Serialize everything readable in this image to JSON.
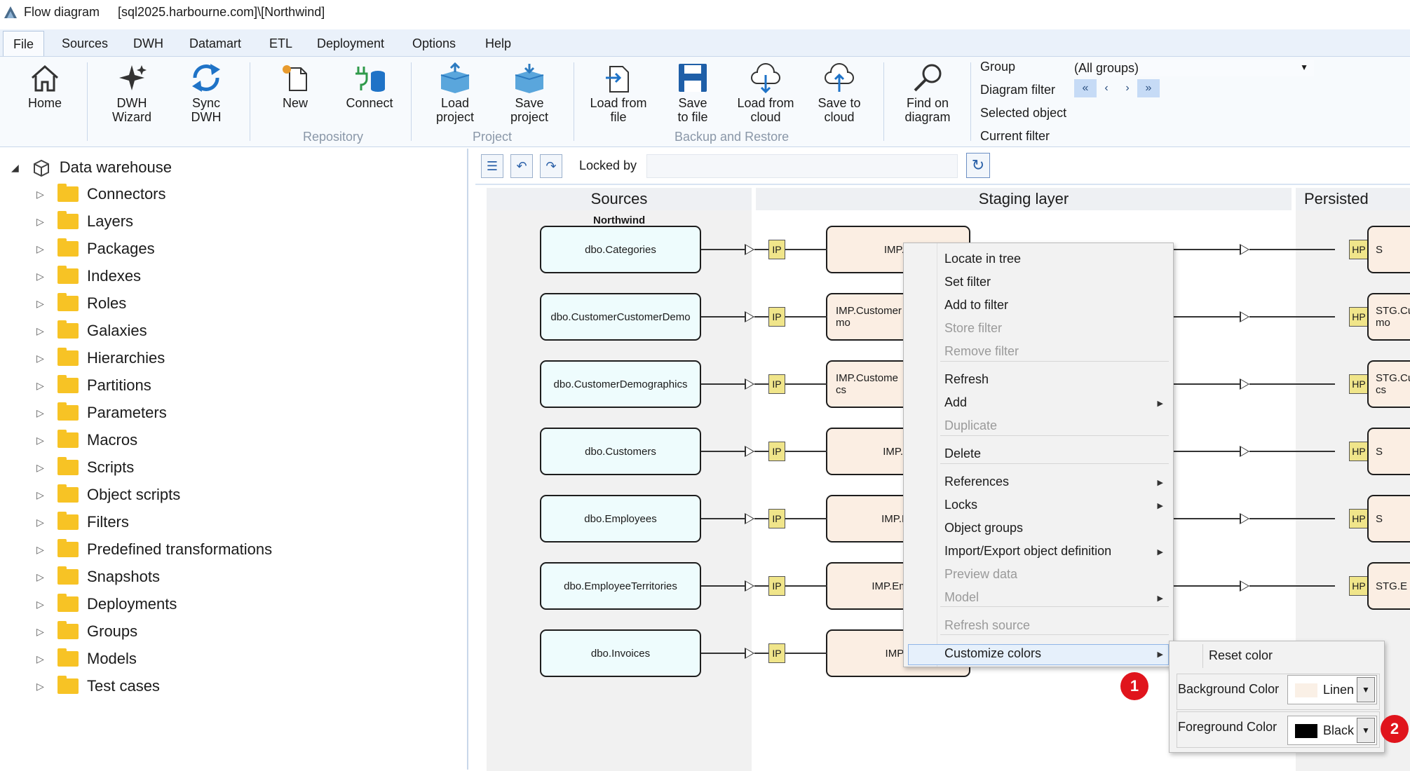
{
  "window": {
    "title": "Flow diagram",
    "connection": "[sql2025.harbourne.com]\\[Northwind]"
  },
  "menu_tabs": [
    "File",
    "Sources",
    "DWH",
    "Datamart",
    "ETL",
    "Deployment",
    "Options",
    "Help"
  ],
  "ribbon": {
    "home": "Home",
    "dwh_wizard": [
      "DWH",
      "Wizard"
    ],
    "sync_dwh": [
      "Sync",
      "DWH"
    ],
    "new": "New",
    "connect": "Connect",
    "load_project": [
      "Load",
      "project"
    ],
    "save_project": [
      "Save",
      "project"
    ],
    "load_from_file": [
      "Load from",
      "file"
    ],
    "save_to_file": [
      "Save",
      "to file"
    ],
    "load_from_cloud": [
      "Load from",
      "cloud"
    ],
    "save_to_cloud": [
      "Save to",
      "cloud"
    ],
    "find_on_diagram": [
      "Find on",
      "diagram"
    ],
    "groups": {
      "repository": "Repository",
      "project": "Project",
      "backup": "Backup and Restore"
    },
    "fields": {
      "group_label": "Group",
      "group_value": "(All groups)",
      "diagram_filter": "Diagram filter",
      "selected_object": "Selected object",
      "current_filter": "Current filter"
    },
    "nav": [
      "«",
      "‹",
      "›",
      "»"
    ]
  },
  "tree": {
    "root": "Data warehouse",
    "items": [
      "Connectors",
      "Layers",
      "Packages",
      "Indexes",
      "Roles",
      "Galaxies",
      "Hierarchies",
      "Partitions",
      "Parameters",
      "Macros",
      "Scripts",
      "Object scripts",
      "Filters",
      "Predefined transformations",
      "Snapshots",
      "Deployments",
      "Groups",
      "Models",
      "Test cases"
    ]
  },
  "diagram_toolbar": {
    "locked_by": "Locked by"
  },
  "diagram": {
    "lanes": [
      "Sources",
      "Staging layer",
      "Persisted"
    ],
    "source_group": "Northwind",
    "tags": {
      "ip": "IP",
      "hp": "HP"
    },
    "sources": [
      "dbo.Categories",
      "dbo.CustomerCustomerDemo",
      "dbo.CustomerDemographics",
      "dbo.Customers",
      "dbo.Employees",
      "dbo.EmployeeTerritories",
      "dbo.Invoices"
    ],
    "imports": [
      [
        "IMP.Cat"
      ],
      [
        "IMP.Customer",
        "mo"
      ],
      [
        "IMP.Custome",
        "cs"
      ],
      [
        "IMP.Cus"
      ],
      [
        "IMP.Emp"
      ],
      [
        "IMP.Employe"
      ],
      [
        "IMP.Inv"
      ]
    ],
    "staging": [
      [
        "S"
      ],
      [
        "STG.Cu",
        "mo"
      ],
      [
        "STG.Cu",
        "cs"
      ],
      [
        "S"
      ],
      [
        "S"
      ],
      [
        "STG.E"
      ]
    ]
  },
  "context_menu": {
    "items": [
      {
        "label": "Locate in tree",
        "disabled": false,
        "submenu": false
      },
      {
        "label": "Set filter",
        "disabled": false,
        "submenu": false
      },
      {
        "label": "Add to filter",
        "disabled": false,
        "submenu": false
      },
      {
        "label": "Store filter",
        "disabled": true,
        "submenu": false
      },
      {
        "label": "Remove filter",
        "disabled": true,
        "submenu": false
      },
      {
        "label": "Refresh",
        "disabled": false,
        "submenu": false
      },
      {
        "label": "Add",
        "disabled": false,
        "submenu": true
      },
      {
        "label": "Duplicate",
        "disabled": true,
        "submenu": false
      },
      {
        "label": "Delete",
        "disabled": false,
        "submenu": false
      },
      {
        "label": "References",
        "disabled": false,
        "submenu": true
      },
      {
        "label": "Locks",
        "disabled": false,
        "submenu": true
      },
      {
        "label": "Object groups",
        "disabled": false,
        "submenu": false
      },
      {
        "label": "Import/Export object definition",
        "disabled": false,
        "submenu": true
      },
      {
        "label": "Preview data",
        "disabled": true,
        "submenu": false
      },
      {
        "label": "Model",
        "disabled": true,
        "submenu": true
      },
      {
        "label": "Refresh source",
        "disabled": true,
        "submenu": false
      },
      {
        "label": "Customize colors",
        "disabled": false,
        "submenu": true
      }
    ]
  },
  "color_submenu": {
    "reset": "Reset color",
    "background_label": "Background Color",
    "background_value": "Linen",
    "background_swatch": "#faf0e6",
    "foreground_label": "Foreground Color",
    "foreground_value": "Black",
    "foreground_swatch": "#000000"
  },
  "badges": [
    "1",
    "2"
  ]
}
